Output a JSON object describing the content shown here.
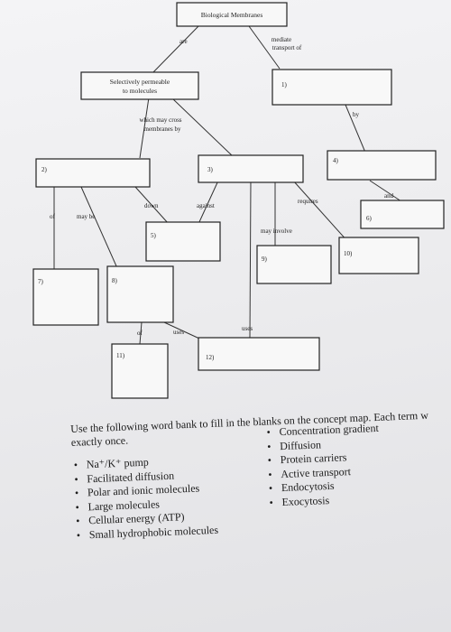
{
  "concept_map": {
    "title": "Biological Membranes",
    "boxes": {
      "b1_label": "Selectively permeable to molecules",
      "b1_line1": "Selectively permeable",
      "b1_line2": "to molecules",
      "b1": "1)",
      "b2": "2)",
      "b3": "3)",
      "b4": "4)",
      "b5": "5)",
      "b6": "6)",
      "b7": "7)",
      "b8": "8)",
      "b9": "9)",
      "b10": "10)",
      "b11": "11)",
      "b12": "12)"
    },
    "links": {
      "are": "are",
      "mediate_1": "mediate",
      "mediate_2": "transport of",
      "which_1": "which may cross",
      "which_2": "membranes by",
      "by": "by",
      "of_left": "of",
      "may_be": "may be",
      "down": "down",
      "against": "against",
      "requires": "requires",
      "and": "and",
      "may_involve": "may involve",
      "of_mid": "of",
      "uses_left": "uses",
      "uses_right": "uses"
    }
  },
  "instructions": {
    "line1": "Use the following word bank to fill in the blanks on the concept map. Each term w",
    "line2": "exactly once."
  },
  "word_bank": {
    "left": [
      "Na⁺/K⁺ pump",
      "Facilitated diffusion",
      "Polar and ionic molecules",
      "Large molecules",
      "Cellular energy (ATP)",
      "Small hydrophobic molecules"
    ],
    "right": [
      "Concentration gradient",
      "Diffusion",
      "Protein carriers",
      "Active transport",
      "Endocytosis",
      "Exocytosis"
    ]
  }
}
